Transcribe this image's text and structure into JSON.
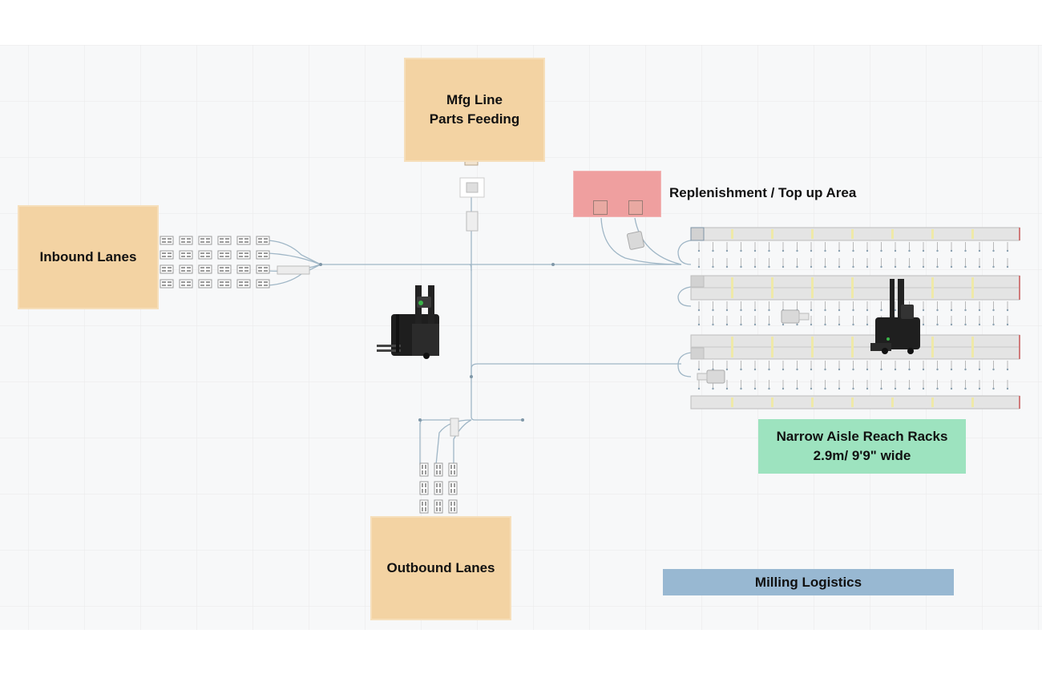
{
  "zones": {
    "mfg_line": "Mfg Line\nParts Feeding",
    "inbound": "Inbound Lanes",
    "outbound": "Outbound Lanes",
    "replenishment": "Replenishment / Top up Area",
    "narrow_aisle": "Narrow Aisle Reach Racks\n2.9m/ 9'9\" wide",
    "milling": "Milling Logistics"
  },
  "colors": {
    "zone_orange": "#f3d3a3",
    "zone_red": "#ef9f9f",
    "zone_green": "#9de3bf",
    "zone_blue": "#98b8d2",
    "path": "#9fb6c6",
    "rack": "#e2e2e2",
    "grid": "#ececec",
    "background": "#f7f8f9"
  },
  "icons": {
    "forklift_center": "pallet-stacker-icon",
    "forklift_racks": "reach-truck-icon"
  }
}
